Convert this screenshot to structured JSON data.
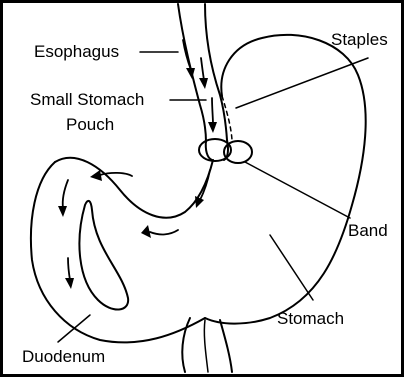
{
  "diagram": {
    "labels": {
      "esophagus": "Esophagus",
      "staples": "Staples",
      "small_pouch_line1": "Small Stomach",
      "small_pouch_line2": "Pouch",
      "band": "Band",
      "stomach": "Stomach",
      "duodenum": "Duodenum"
    },
    "colors": {
      "stroke": "#000000",
      "background": "#ffffff"
    }
  }
}
